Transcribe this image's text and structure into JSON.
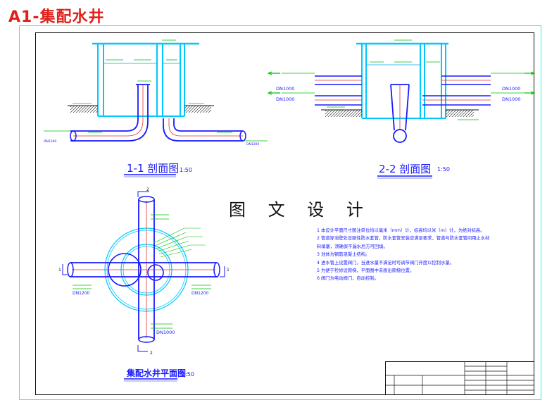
{
  "header": {
    "title": "A1-集配水井"
  },
  "watermark": "图 文 设 计",
  "section1": {
    "title": "1-1 剖面图",
    "scale": "1:50"
  },
  "section2": {
    "title": "2-2 剖面图",
    "scale": "1:50"
  },
  "plan": {
    "title": "集配水井平面图",
    "scale": "1:50"
  },
  "pipe_labels": {
    "dn1000_a": "DN1000",
    "dn1000_b": "DN1000",
    "dn1000_c": "DN1000",
    "dn1000_d": "DN1000",
    "dn1200_a": "DN1200",
    "dn1200_b": "DN1200",
    "dn1000_plan": "DN1000"
  },
  "section_marks": {
    "left": "1",
    "top": "2",
    "bottom": "2",
    "right": "1"
  },
  "notes": [
    "1  本设计平面尺寸图注单位均以毫米（mm）计，标高均以米（m）计，为绝对标高。",
    "2  管道穿池壁处设刚性防水套管，防水套管安装应满足要求，管道与防水套管间用止水材",
    "料填塞，须确保不漏水后方可回填。",
    "3  池体为钢筋混凝土结构。",
    "4  进水管上设置阀门，当进水量不满足时可调节阀门开度以控制水量。",
    "5  为便于检修设爬梯，平面图中未画出爬梯位置。",
    "6  阀门为电动阀门，自动控制。"
  ],
  "title_block": {
    "rows": 4
  }
}
